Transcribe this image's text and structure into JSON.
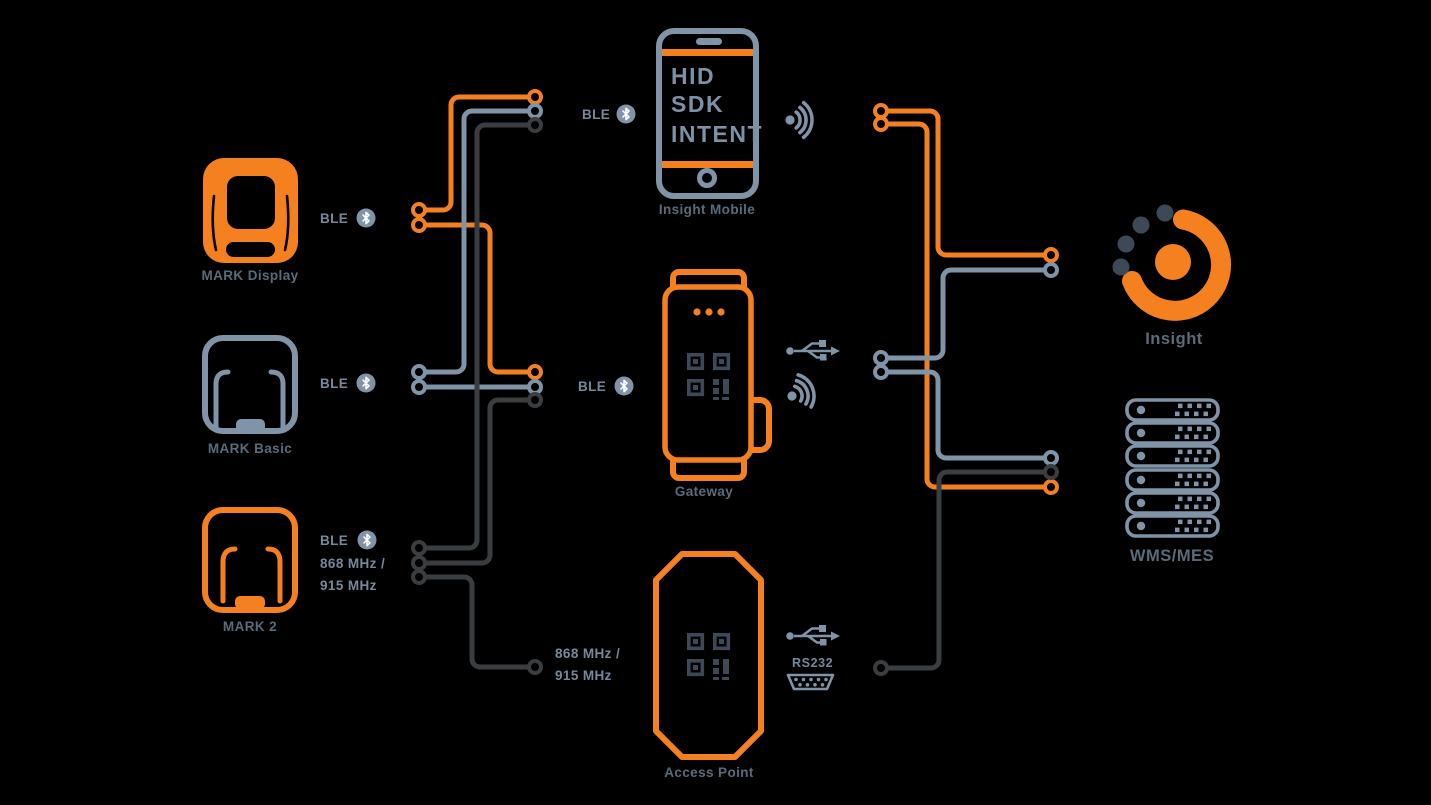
{
  "background": "#000000",
  "colors": {
    "orange": "#F4801F",
    "slate": "#8094A8",
    "charcoal": "#3B3E40",
    "dark_navy": "#3D4956",
    "label_text": "#5A6B7C",
    "link_text": "#76889C"
  },
  "nodes": {
    "mark_display": {
      "label": "MARK Display"
    },
    "mark_basic": {
      "label": "MARK Basic"
    },
    "mark_2": {
      "label": "MARK 2"
    },
    "insight_mobile": {
      "label": "Insight Mobile",
      "screen_lines": [
        "HID",
        "SDK",
        "INTENT"
      ]
    },
    "gateway": {
      "label": "Gateway"
    },
    "access_point": {
      "label": "Access Point"
    },
    "insight": {
      "label": "Insight"
    },
    "wms_mes": {
      "label": "WMS/MES"
    }
  },
  "links": {
    "mark_display_ble": "BLE",
    "mark_basic_ble": "BLE",
    "mark_2_ble": "BLE",
    "mark_2_radio_1": "868 MHz /",
    "mark_2_radio_2": "915 MHz",
    "insight_mobile_ble": "BLE",
    "gateway_ble": "BLE",
    "access_point_radio_1": "868 MHz /",
    "access_point_radio_2": "915 MHz",
    "access_point_serial": "RS232"
  },
  "icons": [
    "bluetooth-icon",
    "wifi-icon",
    "usb-icon",
    "serial-connector-icon",
    "qr-code-icon",
    "server-stack-icon",
    "insight-logo"
  ],
  "connections": [
    {
      "from": "MARK Display",
      "to": "Insight Mobile",
      "via": "BLE",
      "color": "#F4801F"
    },
    {
      "from": "MARK Display",
      "to": "Gateway",
      "via": "BLE",
      "color": "#F4801F"
    },
    {
      "from": "MARK Basic",
      "to": "Insight Mobile",
      "via": "BLE",
      "color": "#8094A8"
    },
    {
      "from": "MARK Basic",
      "to": "Gateway",
      "via": "BLE",
      "color": "#8094A8"
    },
    {
      "from": "MARK 2",
      "to": "Insight Mobile",
      "via": "BLE",
      "color": "#3B3E40"
    },
    {
      "from": "MARK 2",
      "to": "Gateway",
      "via": "BLE",
      "color": "#3B3E40"
    },
    {
      "from": "MARK 2",
      "to": "Access Point",
      "via": "868 MHz / 915 MHz",
      "color": "#3B3E40"
    },
    {
      "from": "Insight Mobile",
      "to": "Insight",
      "via": "WiFi",
      "color": "#F4801F"
    },
    {
      "from": "Insight Mobile",
      "to": "WMS/MES",
      "via": "WiFi",
      "color": "#F4801F"
    },
    {
      "from": "Gateway",
      "to": "Insight",
      "via": "USB / WiFi",
      "color": "#8094A8"
    },
    {
      "from": "Gateway",
      "to": "WMS/MES",
      "via": "USB / WiFi",
      "color": "#8094A8"
    },
    {
      "from": "Access Point",
      "to": "WMS/MES",
      "via": "USB / RS232",
      "color": "#3B3E40"
    }
  ]
}
